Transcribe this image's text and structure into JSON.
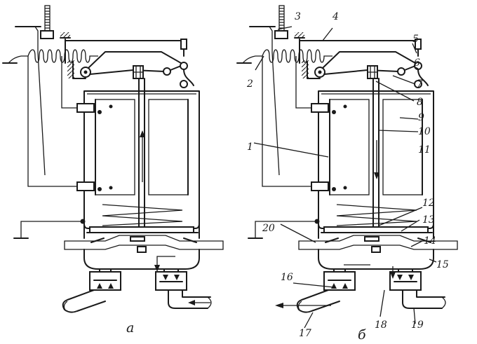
{
  "captions": {
    "left": "а",
    "right": "б"
  },
  "labels": [
    "1",
    "2",
    "3",
    "4",
    "5",
    "6",
    "7",
    "8",
    "9",
    "10",
    "11",
    "12",
    "13",
    "14",
    "15",
    "16",
    "17",
    "18",
    "19",
    "20"
  ],
  "colors": {
    "ink": "#1a1a1a",
    "paper": "#ffffff"
  }
}
